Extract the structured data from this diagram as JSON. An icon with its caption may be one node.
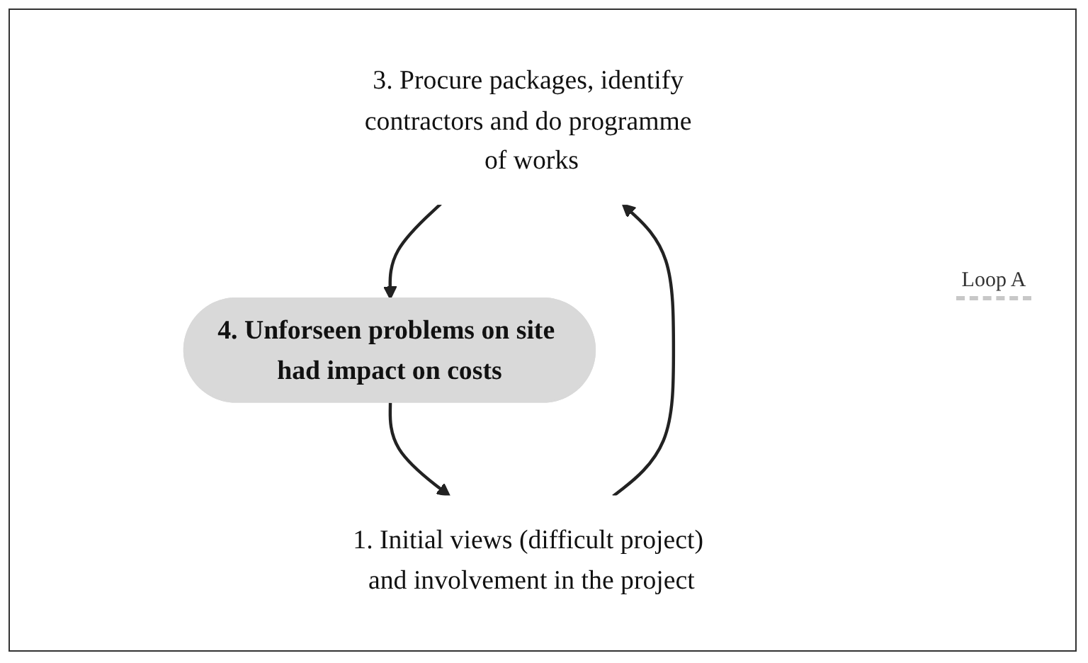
{
  "diagram": {
    "nodes": [
      {
        "text": [
          "3. Procure packages, identify contractors and do programme of works"
        ]
      },
      {
        "text": [
          "4. Unforseen problems on site had impact on costs"
        ]
      },
      {
        "text": [
          "1. Initial views (difficult project) and involvement in the project"
        ]
      }
    ],
    "edges": [
      {
        "from": 0,
        "to": 1,
        "arrow": "to"
      },
      {
        "from": 1,
        "to": 2,
        "arrow": "to"
      },
      {
        "from": 2,
        "to": 0,
        "arrow": "to"
      }
    ],
    "labels": [
      "Loop A"
    ]
  }
}
